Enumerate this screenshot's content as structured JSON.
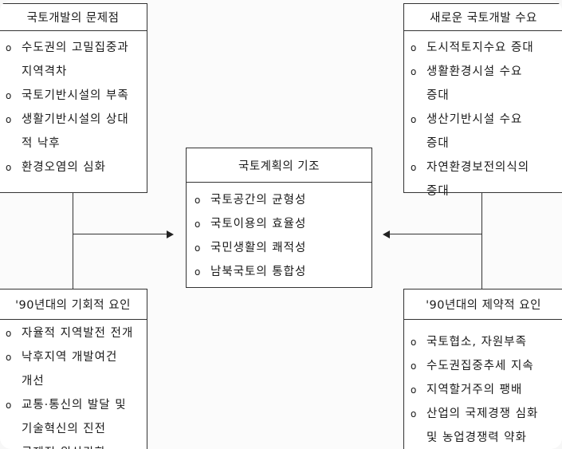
{
  "boxes": {
    "top_left": {
      "title": "국토개발의 문제점",
      "items": [
        "수도권의 고밀집중과",
        "지역격차",
        "국토기반시설의 부족",
        "생활기반시설의 상대",
        "적 낙후",
        "환경오염의 심화"
      ],
      "bulleted": [
        true,
        false,
        true,
        true,
        false,
        true
      ]
    },
    "top_right": {
      "title": "새로운 국토개발 수요",
      "items": [
        "도시적토지수요 증대",
        "생활환경시설 수요",
        "증대",
        "생산기반시설 수요",
        "증대",
        "자연환경보전의식의",
        "증대"
      ],
      "bulleted": [
        true,
        true,
        false,
        true,
        false,
        true,
        false
      ]
    },
    "center": {
      "title": "국토계획의 기조",
      "items": [
        "국토공간의 균형성",
        "국토이용의 효율성",
        "국민생활의 쾌적성",
        "남북국토의 통합성"
      ],
      "bulleted": [
        true,
        true,
        true,
        true
      ]
    },
    "bottom_left": {
      "title": "'90년대의 기회적 요인",
      "items": [
        "자율적 지역발전 전개",
        "낙후지역 개발여건",
        "개선",
        "교통·통신의 발달 및",
        "기술혁신의 진전",
        "국제적 위상강화"
      ],
      "bulleted": [
        true,
        true,
        false,
        true,
        false,
        false
      ]
    },
    "bottom_right": {
      "title": "'90년대의 제약적 요인",
      "items": [
        "국토협소, 자원부족",
        "수도권집중추세 지속",
        "지역할거주의 팽배",
        "산업의 국제경쟁 심화",
        "및 농업경쟁력 약화"
      ],
      "bulleted": [
        true,
        true,
        true,
        true,
        false
      ]
    }
  },
  "bullet_symbol": "o"
}
